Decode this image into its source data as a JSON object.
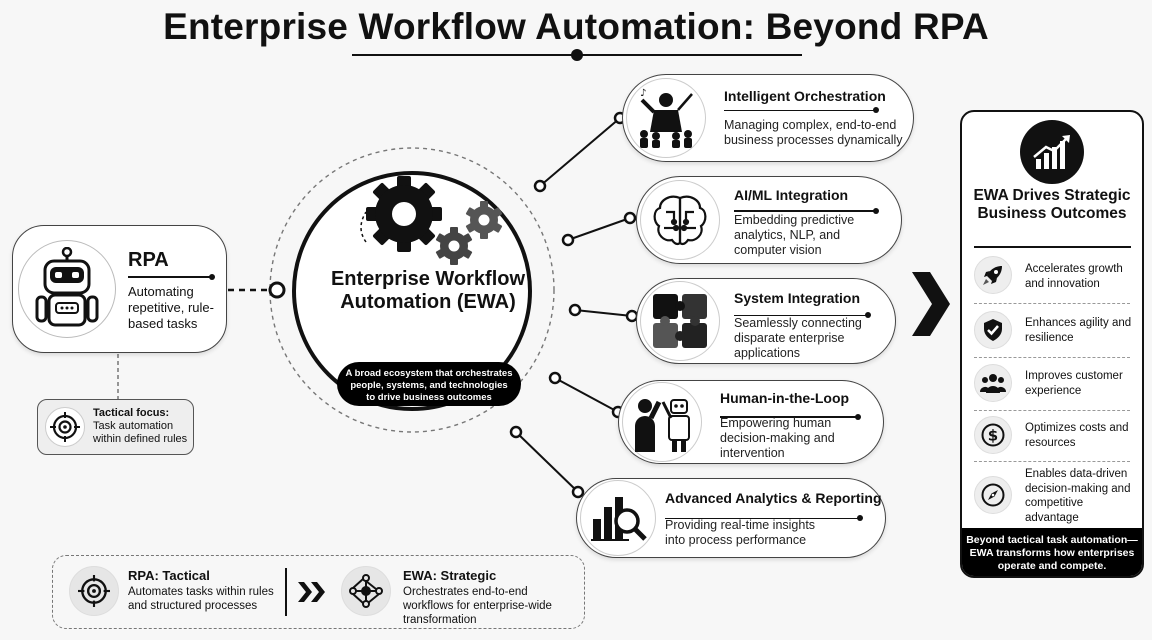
{
  "title": "Enterprise Workflow Automation: Beyond RPA",
  "rpa": {
    "title": "RPA",
    "description": "Automating repetitive, rule-based tasks",
    "tactical_title": "Tactical focus:",
    "tactical_desc": "Task automation within defined rules"
  },
  "ewa": {
    "title": "Enterprise Workflow Automation (EWA)",
    "badge": "A broad ecosystem that orchestrates people, systems, and technologies to drive business outcomes"
  },
  "capabilities": [
    {
      "title": "Intelligent Orchestration",
      "description": "Managing complex, end-to-end business processes dynamically",
      "icon": "conductor-icon"
    },
    {
      "title": "AI/ML Integration",
      "description": "Embedding predictive analytics, NLP, and computer vision",
      "icon": "brain-circuit-icon"
    },
    {
      "title": "System Integration",
      "description": "Seamlessly connecting disparate enterprise applications",
      "icon": "puzzle-icon"
    },
    {
      "title": "Human-in-the-Loop",
      "description": "Empowering human decision-making and intervention",
      "icon": "human-robot-highfive-icon"
    },
    {
      "title": "Advanced Analytics & Reporting",
      "description": "Providing real-time insights into process performance",
      "icon": "analytics-magnifier-icon"
    }
  ],
  "outcomes_panel": {
    "title": "EWA Drives Strategic Business Outcomes",
    "items": [
      {
        "text": "Accelerates growth and innovation",
        "icon": "rocket-icon"
      },
      {
        "text": "Enhances agility and resilience",
        "icon": "shield-check-icon"
      },
      {
        "text": "Improves customer experience",
        "icon": "people-icon"
      },
      {
        "text": "Optimizes costs and resources",
        "icon": "dollar-icon"
      },
      {
        "text": "Enables data-driven decision-making and competitive advantage",
        "icon": "compass-icon"
      }
    ],
    "footer": "Beyond tactical task automation—EWA transforms how enterprises operate and compete."
  },
  "legend": {
    "rpa_title": "RPA: Tactical",
    "rpa_desc": "Automates tasks within rules and structured processes",
    "ewa_title": "EWA: Strategic",
    "ewa_desc": "Orchestrates end-to-end workflows for enterprise-wide transformation"
  },
  "colors": {
    "ink": "#111111",
    "background": "#f7f7f7",
    "accent_dark": "#000000"
  }
}
